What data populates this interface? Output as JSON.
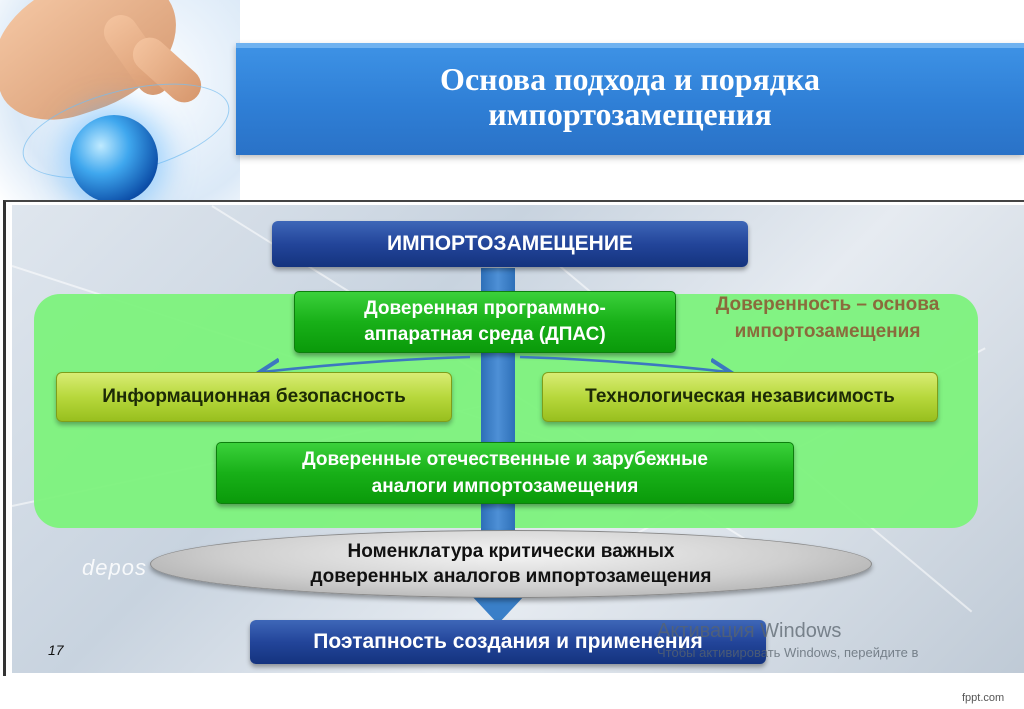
{
  "header": {
    "title_line1": "Основа подхода и порядка",
    "title_line2": "импортозамещения"
  },
  "diagram": {
    "top_box": "ИМПОРТОЗАМЕЩЕНИЕ",
    "dpas_line1": "Доверенная программно-",
    "dpas_line2": "аппаратная среда (ДПАС)",
    "trust_line1": "Доверенность – основа",
    "trust_line2": "импортозамещения",
    "left_box": "Информационная безопасность",
    "right_box": "Технологическая независимость",
    "analogs_line1": "Доверенные отечественные и зарубежные",
    "analogs_line2": "аналоги импортозамещения",
    "nomenclature_line1": "Номенклатура критически важных",
    "nomenclature_line2": "доверенных аналогов импортозамещения",
    "bottom_box": "Поэтапность создания и применения",
    "watermark": "depos"
  },
  "slide_number": "17",
  "activation": {
    "title": "Активация Windows",
    "subtitle": "Чтобы активировать Windows, перейдите в"
  },
  "brand": "fppt.com",
  "colors": {
    "title_bar": "#2f7fd6",
    "navy_box": "#23459a",
    "green_box": "#18b018",
    "olive_box": "#b7d83c",
    "green_panel": "#7ef27e",
    "trust_text": "#8a6b3c"
  }
}
